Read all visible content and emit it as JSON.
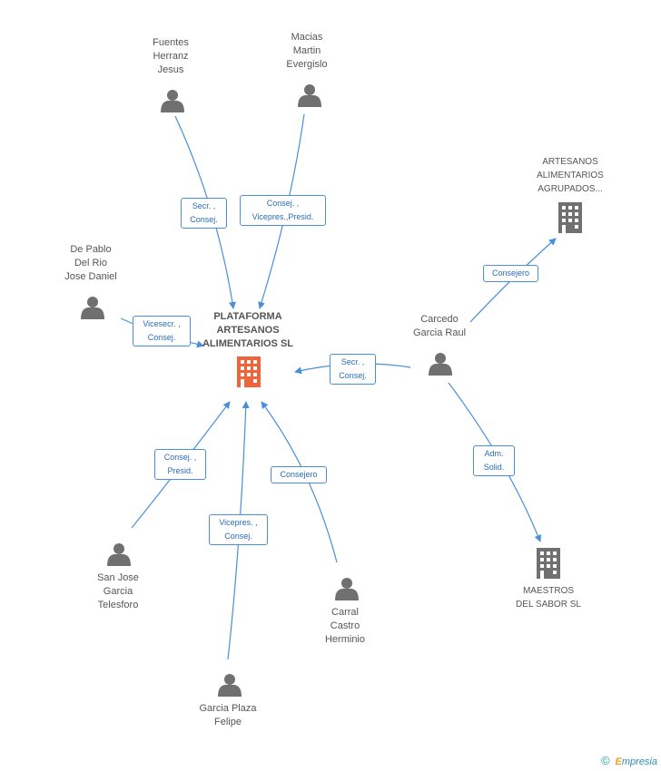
{
  "center": {
    "name_lines": [
      "PLATAFORMA",
      "ARTESANOS",
      "ALIMENTARIOS SL"
    ],
    "color": "#f0643c"
  },
  "people": [
    {
      "id": "fuentes",
      "lines": [
        "Fuentes",
        "Herranz",
        "Jesus"
      ]
    },
    {
      "id": "macias",
      "lines": [
        "Macias",
        "Martin",
        "Evergislo"
      ]
    },
    {
      "id": "depablo",
      "lines": [
        "De Pablo",
        "Del Rio",
        "Jose Daniel"
      ]
    },
    {
      "id": "carcedo",
      "lines": [
        "Carcedo",
        "Garcia Raul"
      ]
    },
    {
      "id": "sanjose",
      "lines": [
        "San Jose",
        "Garcia",
        "Telesforo"
      ]
    },
    {
      "id": "carral",
      "lines": [
        "Carral",
        "Castro",
        "Herminio"
      ]
    },
    {
      "id": "garcia",
      "lines": [
        "Garcia Plaza",
        "Felipe"
      ]
    }
  ],
  "companies": [
    {
      "id": "artesanos_agrupados",
      "lines": [
        "ARTESANOS",
        "ALIMENTARIOS",
        "AGRUPADOS..."
      ]
    },
    {
      "id": "maestros",
      "lines": [
        "MAESTROS",
        "DEL SABOR  SL"
      ]
    }
  ],
  "roles": [
    {
      "id": "fuentes",
      "lines": [
        "Secr. ,",
        "Consej."
      ]
    },
    {
      "id": "macias",
      "lines": [
        "Consej. ,",
        "Vicepres.,Presid."
      ]
    },
    {
      "id": "depablo",
      "lines": [
        "Vicesecr. ,",
        "Consej."
      ]
    },
    {
      "id": "carcedo",
      "lines": [
        "Secr. ,",
        "Consej."
      ]
    },
    {
      "id": "carcedo_artesanos",
      "lines": [
        "Consejero"
      ]
    },
    {
      "id": "carcedo_maestros",
      "lines": [
        "Adm.",
        "Solid."
      ]
    },
    {
      "id": "sanjose",
      "lines": [
        "Consej. ,",
        "Presid."
      ]
    },
    {
      "id": "garcia",
      "lines": [
        "Vicepres. ,",
        "Consej."
      ]
    },
    {
      "id": "carral",
      "lines": [
        "Consejero"
      ]
    }
  ],
  "colors": {
    "edge": "#4a8fd8",
    "person_icon": "#707070",
    "company_icon": "#707070"
  },
  "footer": {
    "copyright": "©",
    "brand_initial": "E",
    "brand_rest": "mpresia"
  }
}
